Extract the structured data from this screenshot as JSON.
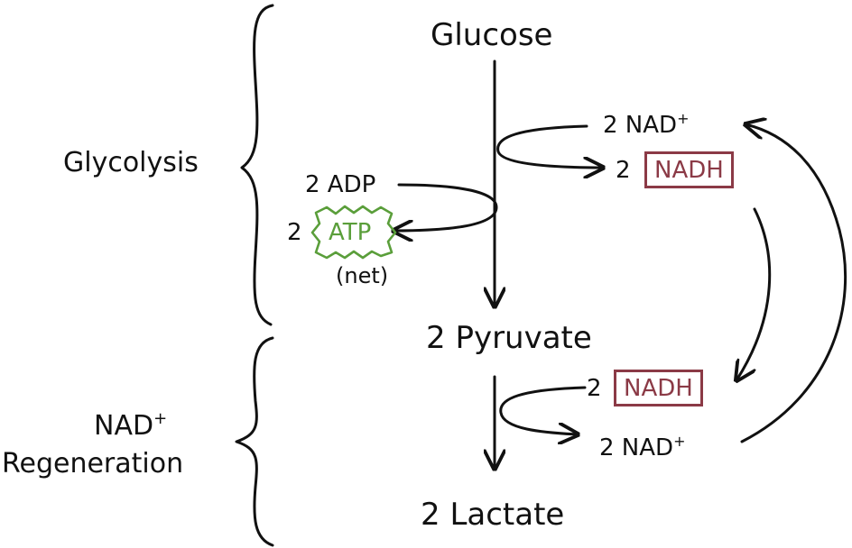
{
  "labels": {
    "glycolysis": "Glycolysis",
    "nad_regen_line1": "NAD",
    "nad_regen_sup": "+",
    "nad_regen_line2": "Regeneration",
    "glucose": "Glucose",
    "pyruvate": "2 Pyruvate",
    "lactate": "2 Lactate",
    "adp": "2 ADP",
    "atp_coef": "2",
    "atp": "ATP",
    "net": "(net)",
    "nad_plus_top": "2 NAD",
    "nad_plus_top_sup": "+",
    "nadh_top_coef": "2",
    "nadh_top": "NADH",
    "nadh_bottom_coef": "2",
    "nadh_bottom": "NADH",
    "nad_plus_bottom": "2 NAD",
    "nad_plus_bottom_sup": "+"
  },
  "colors": {
    "ink": "#111111",
    "nadh": "#8b3a46",
    "atp": "#5a9e3a"
  }
}
